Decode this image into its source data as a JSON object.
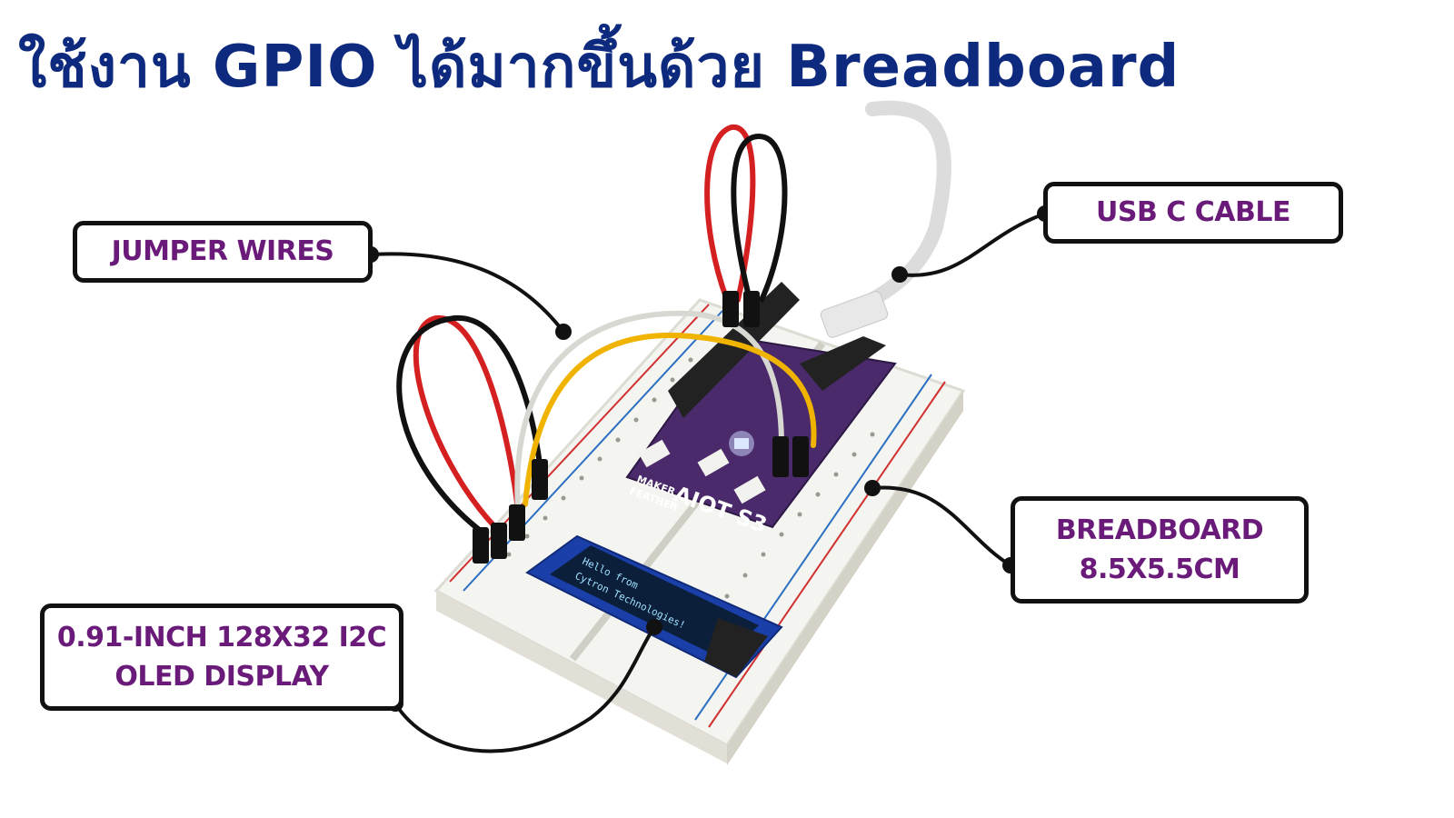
{
  "title": "ใช้งาน GPIO ได้มากขึ้นด้วย Breadboard",
  "labels": {
    "jumper_wires": "Jumper Wires",
    "usb_c_cable": "USB C Cable",
    "breadboard_line1": "Breadboard",
    "breadboard_line2": "8.5x5.5cm",
    "oled_line1": "0.91-inch 128x32 I2C",
    "oled_line2": "OLED Display"
  },
  "oled_screen": {
    "line1": "Hello from",
    "line2": "Cytron Technologies!"
  },
  "board": {
    "brand_line1": "MAKER",
    "brand_line2": "FEATHER",
    "model": "AIOT S3"
  },
  "colors": {
    "title": "#0d2a7e",
    "label_text": "#6a1b7a",
    "board_purple": "#4a2a6a",
    "oled_blue": "#1a3fa8"
  }
}
